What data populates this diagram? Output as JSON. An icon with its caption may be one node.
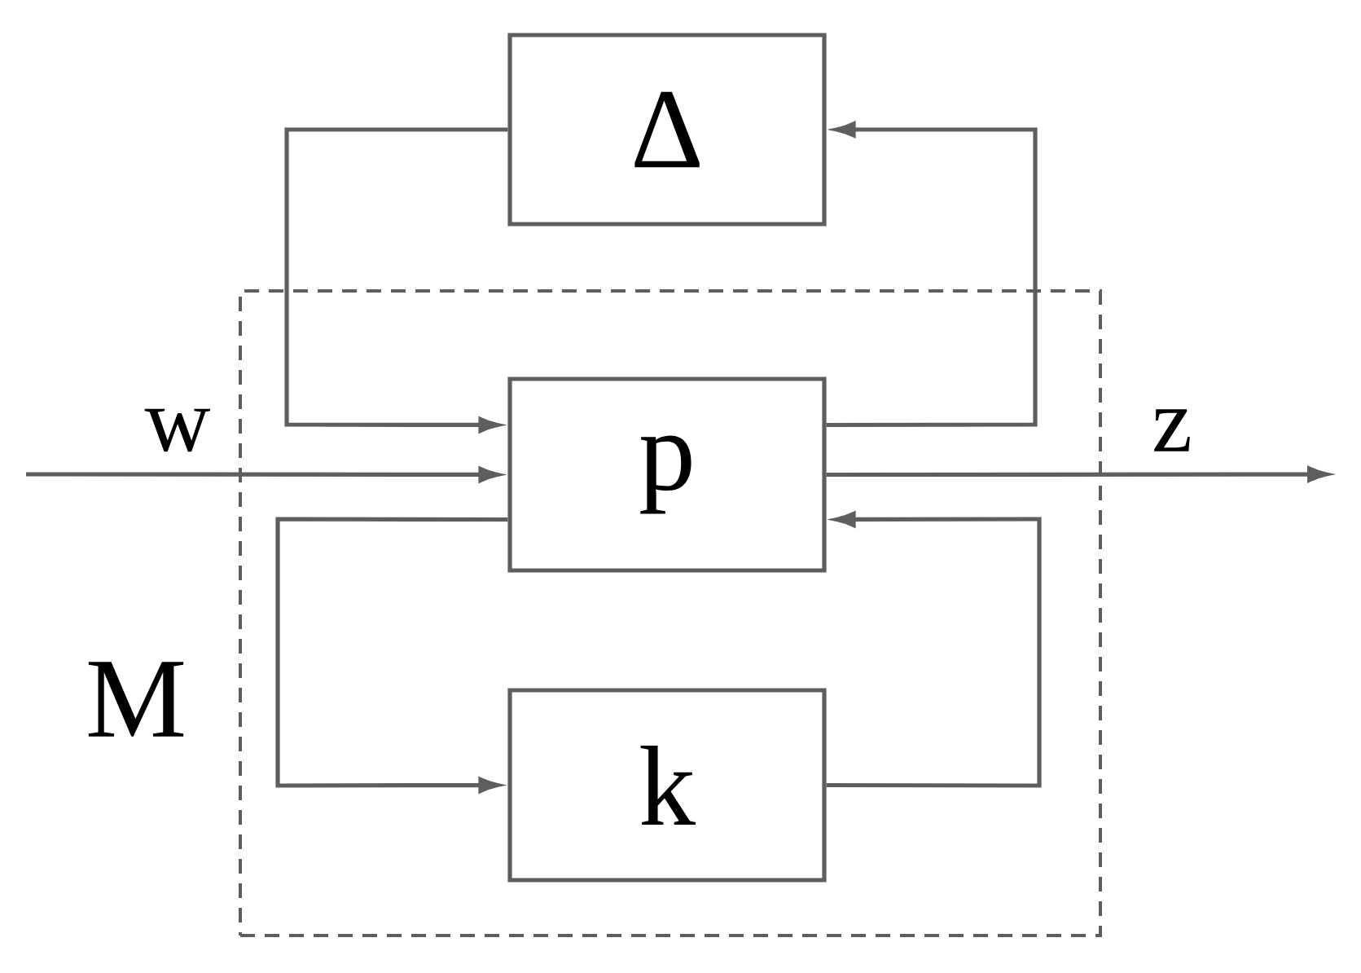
{
  "diagram": {
    "nodes": [
      {
        "text": [
          "Δ"
        ]
      },
      {
        "text": [],
        "shape": "box",
        "beside": [
          "M"
        ]
      },
      {
        "text": [
          "p"
        ],
        "in": 1
      },
      {
        "text": [
          "k"
        ],
        "in": 1
      }
    ],
    "edges": [
      {
        "from": 0,
        "to": 2,
        "arrow": "to"
      },
      {
        "from": 2,
        "to": 0,
        "arrow": "to"
      },
      {
        "from": 2,
        "to": 3,
        "arrow": "to"
      },
      {
        "from": 3,
        "to": 2,
        "arrow": "to"
      },
      {
        "from": null,
        "to": 2,
        "arrow": "to",
        "label": "w"
      },
      {
        "from": 2,
        "to": null,
        "arrow": "to",
        "label": "z"
      }
    ]
  }
}
